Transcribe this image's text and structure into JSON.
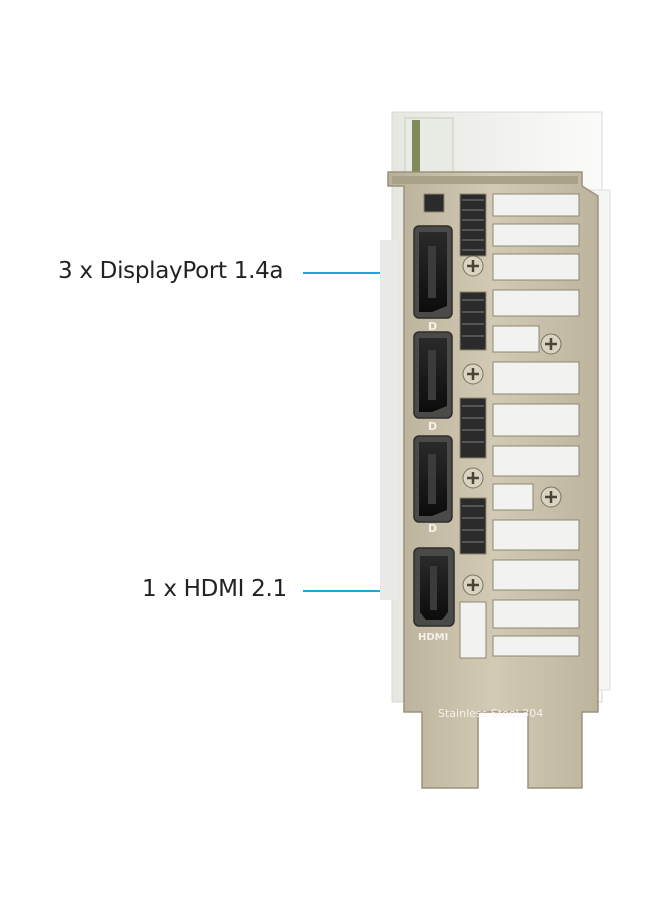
{
  "callouts": {
    "displayport": "3 x DisplayPort 1.4a",
    "hdmi": "1 x HDMI 2.1"
  },
  "bracket": {
    "dp_marks": [
      "D",
      "D",
      "D"
    ],
    "hdmi_mark": "HDMI",
    "material_text": "Stainless Steel 304"
  },
  "colors": {
    "leader_line": "#1da6d8",
    "bracket_metal": "#c9c0a8",
    "card_body": "#f3f3f1",
    "port_dark": "#1a1a1a"
  }
}
